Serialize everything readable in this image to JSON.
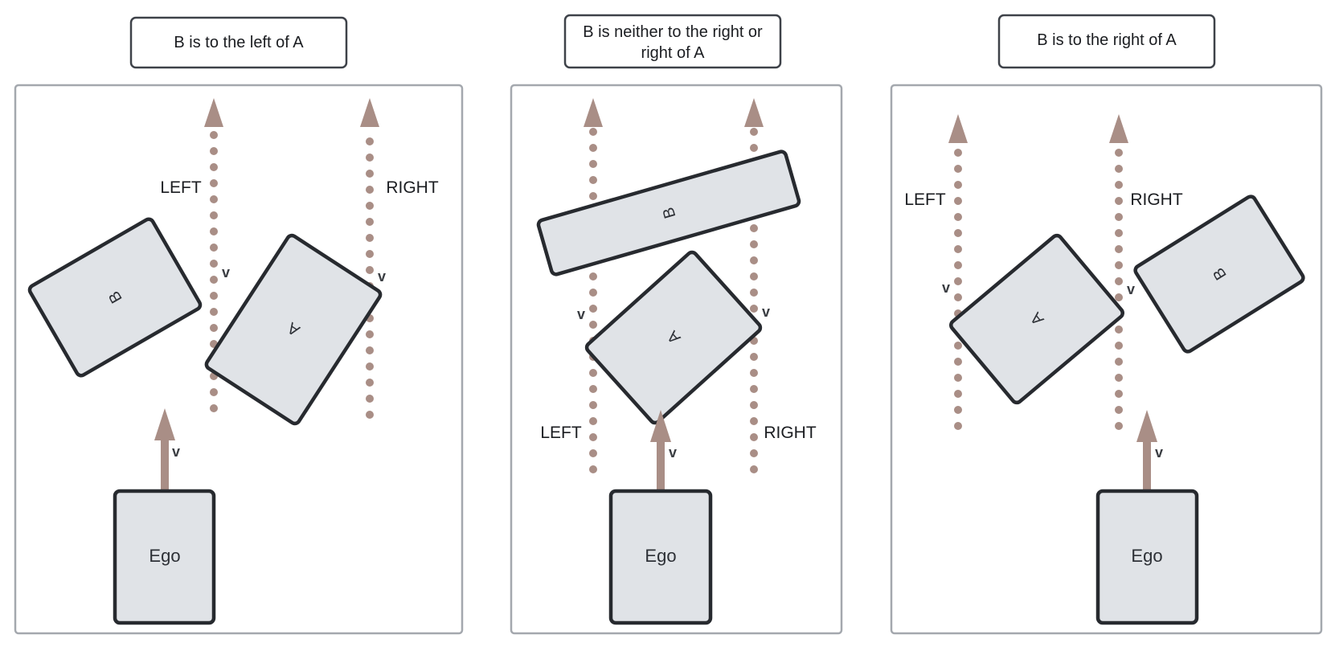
{
  "panels": [
    {
      "title_line1": "B is to the left of A",
      "title_line2": "",
      "left_label": "LEFT",
      "right_label": "RIGHT",
      "velocity_label": "v",
      "car_a": "A",
      "car_b": "B",
      "ego": "Ego"
    },
    {
      "title_line1": "B is neither to the right or",
      "title_line2": "right of A",
      "left_label": "LEFT",
      "right_label": "RIGHT",
      "velocity_label": "v",
      "car_a": "A",
      "car_b": "B",
      "ego": "Ego"
    },
    {
      "title_line1": "B is to the right of A",
      "title_line2": "",
      "left_label": "LEFT",
      "right_label": "RIGHT",
      "velocity_label": "v",
      "car_a": "A",
      "car_b": "B",
      "ego": "Ego"
    }
  ],
  "colors": {
    "lane": "#a98e86",
    "car_fill": "#e0e3e7",
    "car_stroke": "#272a2f",
    "frame": "#a4a8ae"
  },
  "icons": [
    "arrow-up-icon"
  ]
}
